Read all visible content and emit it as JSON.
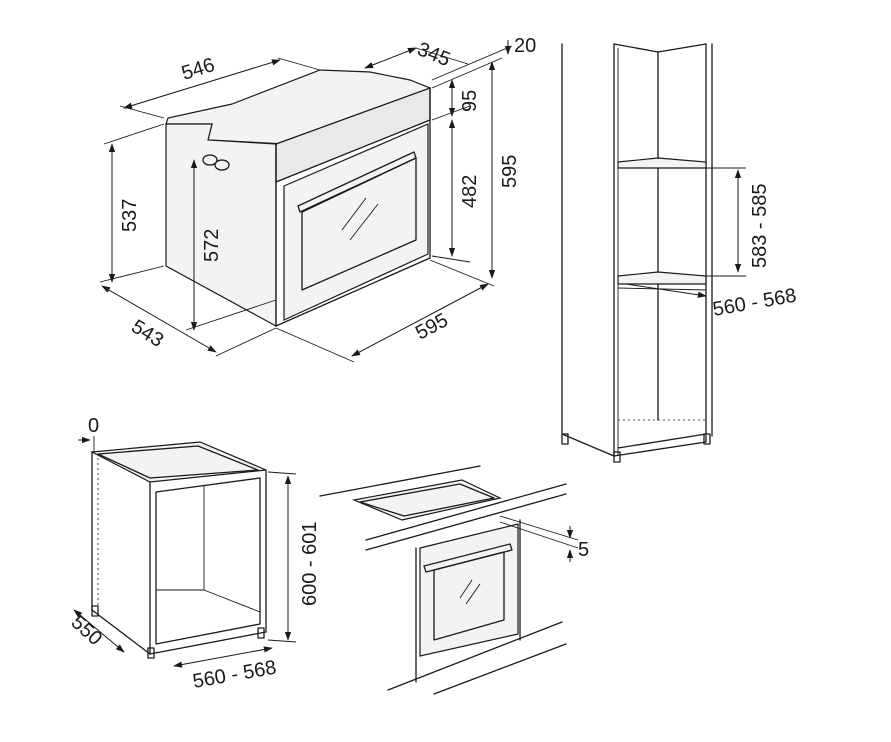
{
  "diagram": {
    "labels": {
      "oven_width": "546",
      "oven_depth_top": "345",
      "oven_gap_top": "20",
      "oven_panel_height": "95",
      "oven_door_height": "482",
      "oven_total_height": "595",
      "oven_body_height": "537",
      "oven_niche_height": "572",
      "oven_depth": "543",
      "oven_front_width": "595",
      "column_niche_height": "583 - 585",
      "column_niche_width": "560 - 568",
      "cabinet_offset": "0",
      "cabinet_height": "600 - 601",
      "cabinet_depth": "550",
      "cabinet_width": "560 - 568",
      "hob_gap": "5"
    }
  }
}
